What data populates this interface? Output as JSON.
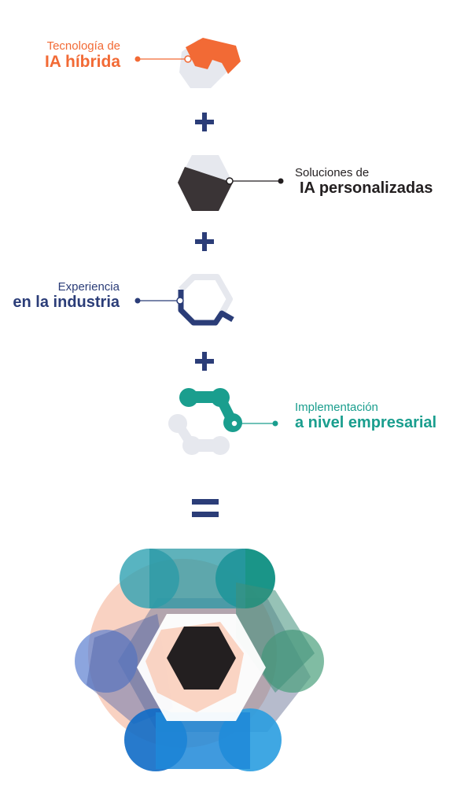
{
  "colors": {
    "orange": "#f26a35",
    "dark": "#3a3436",
    "navy": "#2b3d78",
    "teal": "#1a9e8e",
    "grey_light": "#e6e8ee",
    "black": "#231f20"
  },
  "components": [
    {
      "id": "hybrid",
      "line1": "Tecnología de",
      "line2": "IA híbrida",
      "color": "orange",
      "icon": "wrench-hexagon-icon"
    },
    {
      "id": "custom",
      "line1": "Soluciones de",
      "line2": "IA personalizadas",
      "color": "black",
      "icon": "split-hexagon-icon"
    },
    {
      "id": "industry",
      "line1": "Experiencia",
      "line2": "en la industria",
      "color": "navy",
      "icon": "hexagon-outline-icon"
    },
    {
      "id": "enterprise",
      "line1": "Implementación",
      "line2": "a nivel empresarial",
      "color": "teal",
      "icon": "molecule-link-icon"
    }
  ],
  "operators": {
    "plus": "+",
    "equals": "="
  },
  "result_icon": "combined-hexagon-logo"
}
